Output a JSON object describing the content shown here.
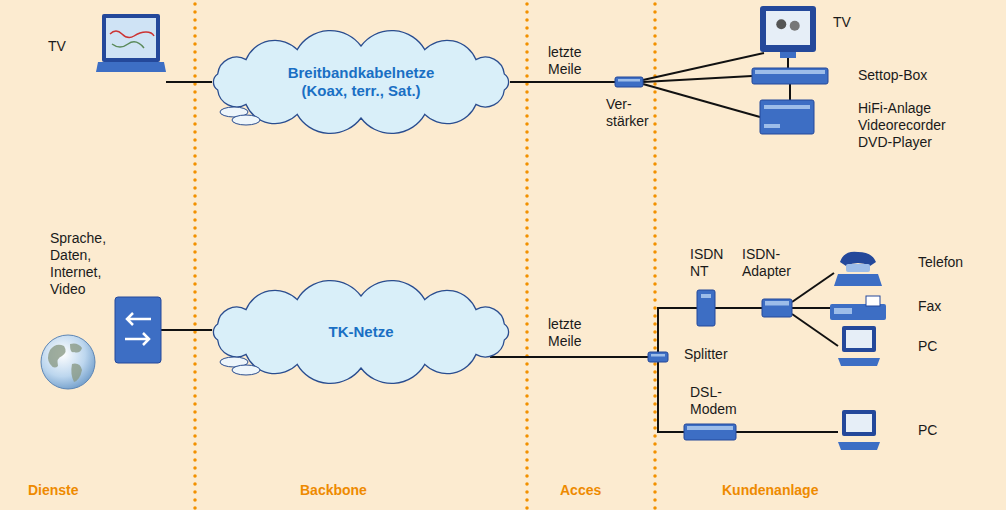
{
  "diagram": {
    "nodes": [
      {
        "text": [
          "TV"
        ]
      },
      {
        "text": [
          "Breitbandkabelnetze (Koax, terr., Sat.)"
        ]
      },
      {
        "text": [
          "Ver- stärker"
        ]
      },
      {
        "text": [
          "TV"
        ]
      },
      {
        "text": [
          "Settop-Box"
        ]
      },
      {
        "text": [
          "HiFi-Anlage Videorecorder DVD-Player"
        ]
      },
      {
        "text": [
          "Sprache, Daten, Internet, Video"
        ]
      },
      {
        "text": [
          "TK-Netze"
        ]
      },
      {
        "text": [
          "Splitter"
        ]
      },
      {
        "text": [
          "ISDN NT"
        ]
      },
      {
        "text": [
          "ISDN- Adapter"
        ]
      },
      {
        "text": [
          "Telefon"
        ]
      },
      {
        "text": [
          "Fax"
        ]
      },
      {
        "text": [
          "PC"
        ]
      },
      {
        "text": [
          "DSL- Modem"
        ]
      },
      {
        "text": [
          "PC"
        ]
      }
    ],
    "edges": [
      {
        "from": 0,
        "to": 1,
        "arrow": "none"
      },
      {
        "from": 1,
        "to": 2,
        "label": "letzte Meile",
        "arrow": "none"
      },
      {
        "from": 2,
        "to": 3,
        "arrow": "none"
      },
      {
        "from": 2,
        "to": 4,
        "arrow": "none"
      },
      {
        "from": 2,
        "to": 5,
        "arrow": "none"
      },
      {
        "from": 3,
        "to": 4,
        "arrow": "none"
      },
      {
        "from": 4,
        "to": 5,
        "arrow": "none"
      },
      {
        "from": 6,
        "to": 7,
        "arrow": "none"
      },
      {
        "from": 7,
        "to": 8,
        "label": "letzte Meile",
        "arrow": "none"
      },
      {
        "from": 8,
        "to": 9,
        "arrow": "none"
      },
      {
        "from": 8,
        "to": 14,
        "arrow": "none"
      },
      {
        "from": 9,
        "to": 10,
        "arrow": "none"
      },
      {
        "from": 10,
        "to": 11,
        "arrow": "none"
      },
      {
        "from": 10,
        "to": 12,
        "arrow": "none"
      },
      {
        "from": 10,
        "to": 13,
        "arrow": "none"
      },
      {
        "from": 14,
        "to": 15,
        "arrow": "none"
      }
    ],
    "labels": [
      "Dienste",
      "Backbone",
      "Acces",
      "Kundenanlage"
    ]
  }
}
